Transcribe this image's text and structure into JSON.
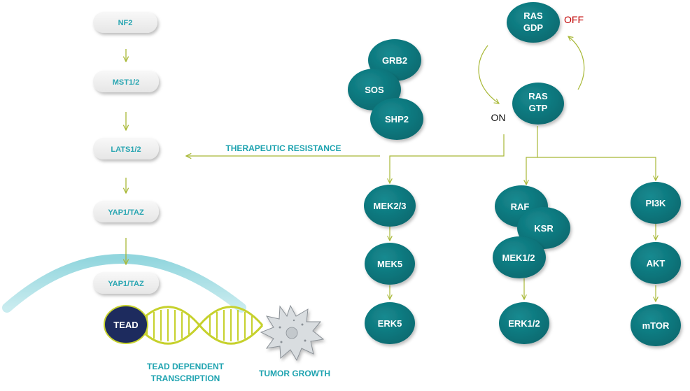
{
  "hippo_pathway": {
    "nf2": "NF2",
    "mst": "MST1/2",
    "lats": "LATS1/2",
    "yap_cytoplasm": "YAP1/TAZ",
    "yap_nucleus": "YAP1/TAZ",
    "tead": "TEAD",
    "tead_transcription_line1": "TEAD DEPENDENT",
    "tead_transcription_line2": "TRANSCRIPTION",
    "tumor_growth": "TUMOR GROWTH"
  },
  "ras_cycle": {
    "ras_gdp_line1": "RAS",
    "ras_gdp_line2": "GDP",
    "off_label": "OFF",
    "ras_gtp_line1": "RAS",
    "ras_gtp_line2": "GTP",
    "on_label": "ON"
  },
  "adaptor_complex": {
    "grb2": "GRB2",
    "sos": "SOS",
    "shp2": "SHP2"
  },
  "therapeutic_resistance": "THERAPEUTIC RESISTANCE",
  "mek5_branch": {
    "mek23": "MEK2/3",
    "mek5": "MEK5",
    "erk5": "ERK5"
  },
  "mapk_branch": {
    "raf": "RAF",
    "ksr": "KSR",
    "mek12": "MEK1/2",
    "erk12": "ERK1/2"
  },
  "pi3k_branch": {
    "pi3k": "PI3K",
    "akt": "AKT",
    "mtor": "mTOR"
  },
  "colors": {
    "node_teal": "#0f7a80",
    "pill_gray": "#efefef",
    "pill_text": "#2aa6b2",
    "arrow_olive": "#a8b836",
    "tead_navy": "#1d2b5e",
    "dna_yellow": "#c6d12c",
    "off_red": "#c00000",
    "nucleus_teal": "#86d2da"
  }
}
